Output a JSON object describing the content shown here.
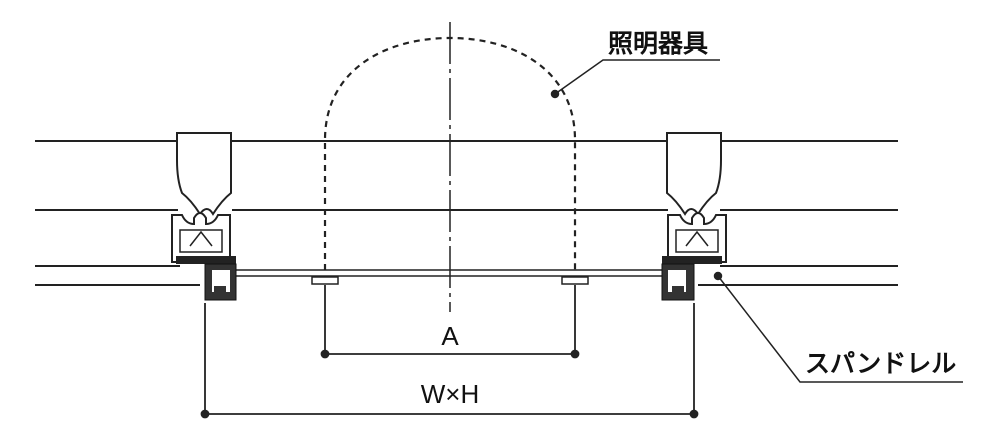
{
  "labels": {
    "lighting_fixture": "照明器具",
    "spandrel": "スパンドレル",
    "dim_a": "A",
    "dim_wxh": "W×H"
  }
}
